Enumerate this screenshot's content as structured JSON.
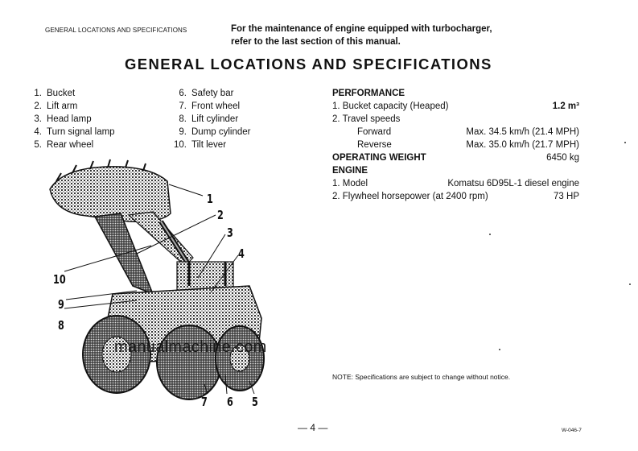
{
  "header": {
    "section_tag": "GENERAL LOCATIONS AND SPECIFICATIONS",
    "notice_line1": "For the maintenance of engine equipped with turbocharger,",
    "notice_line2": "refer to the last section of this manual."
  },
  "title": "GENERAL  LOCATIONS  AND  SPECIFICATIONS",
  "parts_col1": [
    {
      "num": "1.",
      "label": "Bucket"
    },
    {
      "num": "2.",
      "label": "Lift arm"
    },
    {
      "num": "3.",
      "label": "Head lamp"
    },
    {
      "num": "4.",
      "label": "Turn signal lamp"
    },
    {
      "num": "5.",
      "label": "Rear wheel"
    }
  ],
  "parts_col2": [
    {
      "num": "6.",
      "label": "Safety bar"
    },
    {
      "num": "7.",
      "label": "Front wheel"
    },
    {
      "num": "8.",
      "label": "Lift cylinder"
    },
    {
      "num": "9.",
      "label": "Dump cylinder"
    },
    {
      "num": "10.",
      "label": "Tilt lever"
    }
  ],
  "specs": {
    "performance_heading": "PERFORMANCE",
    "bucket_label": "1. Bucket capacity (Heaped)",
    "bucket_value": "1.2 m³",
    "travel_label": "2. Travel speeds",
    "forward_label": "Forward",
    "forward_value": "Max. 34.5 km/h (21.4 MPH)",
    "reverse_label": "Reverse",
    "reverse_value": "Max. 35.0 km/h (21.7 MPH)",
    "weight_heading": "OPERATING WEIGHT",
    "weight_value": "6450 kg",
    "engine_heading": "ENGINE",
    "model_label": "1. Model",
    "model_value": "Komatsu 6D95L-1 diesel engine",
    "hp_label": "2. Flywheel horsepower (at 2400 rpm)",
    "hp_value": "73 HP"
  },
  "note": "NOTE: Specifications are subject to change without notice.",
  "watermark": "manualmachine.com",
  "callouts": [
    "1",
    "2",
    "3",
    "4",
    "5",
    "6",
    "7",
    "8",
    "9",
    "10"
  ],
  "page_number": "— 4 —",
  "doc_code": "W-046-7"
}
